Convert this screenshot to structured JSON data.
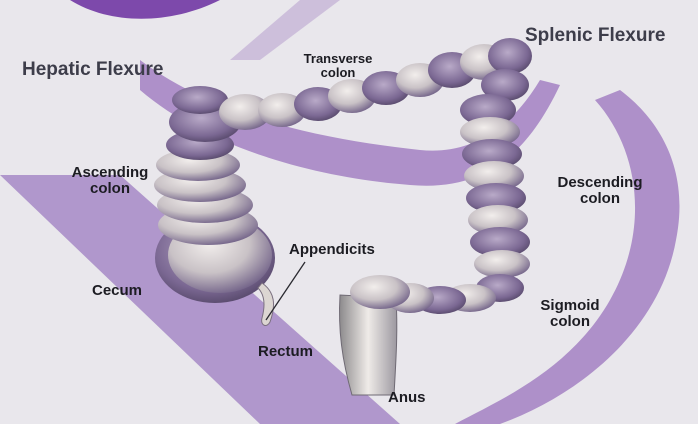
{
  "labels": {
    "hepatic_flexure": "Hepatic Flexure",
    "transverse_colon": [
      "Transverse",
      "colon"
    ],
    "splenic_flexure": "Splenic Flexure",
    "ascending_colon": [
      "Ascending",
      "colon"
    ],
    "descending_colon": [
      "Descending",
      "colon"
    ],
    "appendicits": "Appendicits",
    "cecum": "Cecum",
    "sigmoid_colon": [
      "Sigmoid",
      "colon"
    ],
    "rectum": "Rectum",
    "anus": "Anus"
  },
  "colors": {
    "background": "#e9e7ec",
    "watermark": "#6a2ca0",
    "colon_purple": "#7b6893",
    "colon_light": "#d8d3d0",
    "colon_shadow": "#4d3f5f",
    "text": "#1c1c22"
  }
}
